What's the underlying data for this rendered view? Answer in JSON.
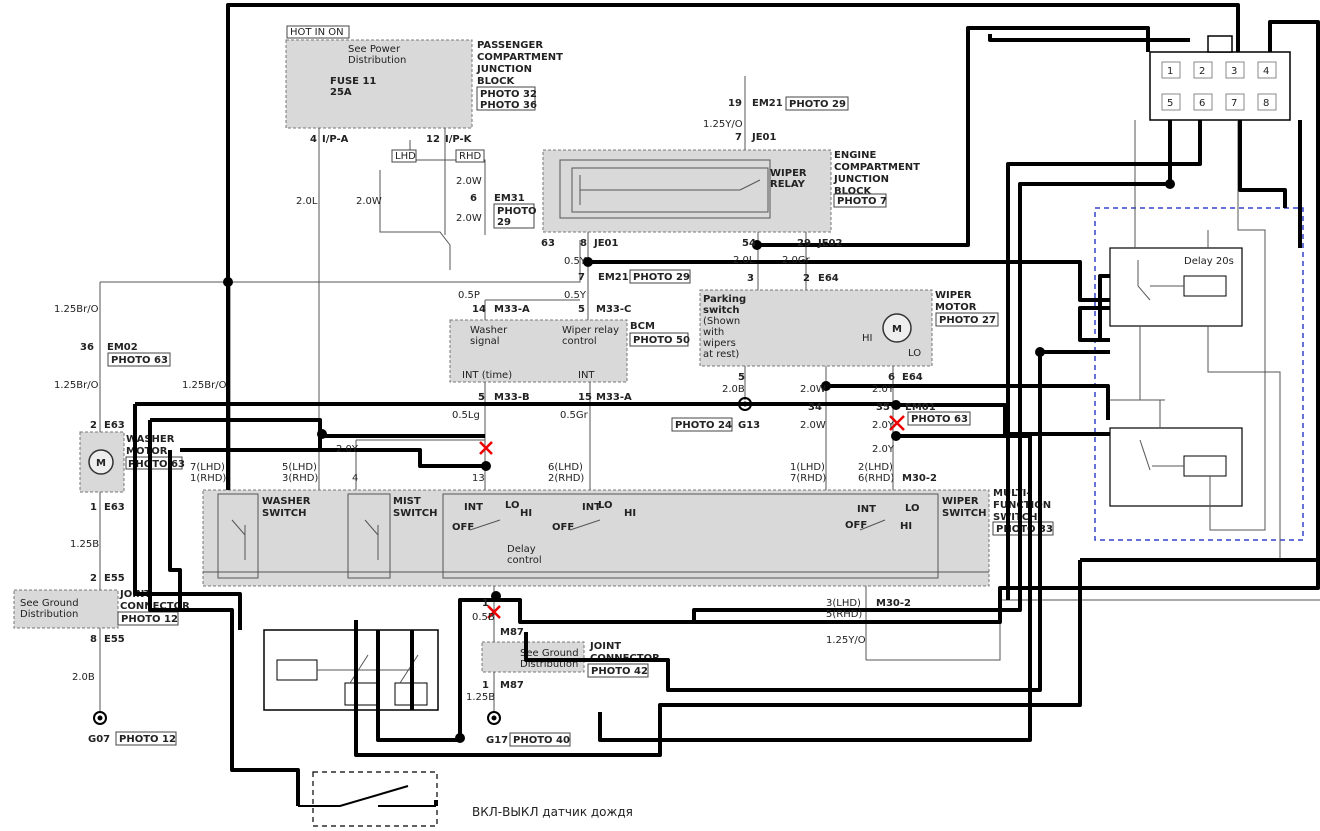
{
  "labels": {
    "hot_in_on": "HOT IN ON",
    "see_power": [
      "See Power",
      "Distribution"
    ],
    "fuse": [
      "FUSE 11",
      "25A"
    ],
    "pcjb": [
      "PASSENGER",
      "COMPARTMENT",
      "JUNCTION",
      "BLOCK"
    ],
    "photo32": "PHOTO 32",
    "photo36": "PHOTO 36",
    "ipa": "I/P-A",
    "ipk": "I/P-K",
    "pin4": "4",
    "pin12": "12",
    "lhd": "LHD",
    "rhd": "RHD",
    "w20l": "2.0L",
    "w20w_a": "2.0W",
    "w20w_b": "2.0W",
    "w20w_c": "2.0W",
    "pin6": "6",
    "em31": "EM31",
    "photo29_box": [
      "PHOTO",
      "29"
    ],
    "em21_19": "19",
    "em21": "EM21",
    "photo29": "PHOTO 29",
    "w125yo": "1.25Y/O",
    "je01_7": "7",
    "je01": "JE01",
    "ecjb": [
      "ENGINE",
      "COMPARTMENT",
      "JUNCTION",
      "BLOCK"
    ],
    "photo7": "PHOTO 7",
    "wiper_relay": [
      "WIPER",
      "RELAY"
    ],
    "p63": "63",
    "p8": "8",
    "je01_b": "JE01",
    "p54": "54",
    "p29": "29",
    "je02": "JE02",
    "w05y": "0.5Y",
    "em21_7": "7",
    "em21_b": "EM21",
    "photo29_b": "PHOTO 29",
    "w05y_b": "0.5Y",
    "m33c_5": "5",
    "m33c": "M33-C",
    "w20l_b": "2.0L",
    "w20gr": "2.0Gr",
    "p3": "3",
    "p2": "2",
    "e64": "E64",
    "parking": [
      "Parking",
      "switch",
      "(Shown",
      "with",
      "wipers",
      "at rest)"
    ],
    "wiper_motor": [
      "WIPER",
      "MOTOR"
    ],
    "photo27": "PHOTO 27",
    "hi": "HI",
    "lo": "LO",
    "m": "M",
    "p5": "5",
    "p6": "6",
    "e64_b": "E64",
    "w20b": "2.0B",
    "w20w_d": "2.0W",
    "w20y": "2.0Y",
    "g13": "G13",
    "photo24": "PHOTO 24",
    "p34": "34",
    "p35": "35",
    "em01": "EM01",
    "photo63_c": "PHOTO 63",
    "w20w_e": "2.0W",
    "w20y_b": "2.0Y",
    "w20y_c": "2.0Y",
    "w125bro": "1.25Br/O",
    "em02_36": "36",
    "em02": "EM02",
    "photo63": "PHOTO 63",
    "w125bro_b": "1.25Br/O",
    "w125bro_c": "1.25Br/O",
    "e63_2": "2",
    "e63": "E63",
    "washer_motor": [
      "WASHER",
      "MOTOR"
    ],
    "photo63_b": "PHOTO 63",
    "e63_1": "1",
    "e63_b": "E63",
    "w125b": "1.25B",
    "e55_2": "2",
    "e55": "E55",
    "see_ground": [
      "See Ground",
      "Distribution"
    ],
    "joint_connector": [
      "JOINT",
      "CONNECTOR"
    ],
    "photo12": "PHOTO 12",
    "e55_8": "8",
    "e55_b": "E55",
    "w20b_b": "2.0B",
    "g07": "G07",
    "photo12_b": "PHOTO 12",
    "w05p": "0.5P",
    "m33a_14": "14",
    "m33a": "M33-A",
    "bcm": "BCM",
    "photo50": "PHOTO 50",
    "washer_signal": [
      "Washer",
      "signal"
    ],
    "wiper_relay_ctrl": [
      "Wiper relay",
      "control"
    ],
    "int_time": "INT (time)",
    "int": "INT",
    "m33b_5": "5",
    "m33b": "M33-B",
    "m33a_15": "15",
    "m33a_b": "M33-A",
    "w05lg": "0.5Lg",
    "w05gr": "0.5Gr",
    "w20y_d": "2.0Y",
    "p7lhd": "7(LHD)",
    "p1rhd": "1(RHD)",
    "p5lhd": "5(LHD)",
    "p3rhd": "3(RHD)",
    "p4": "4",
    "p13": "13",
    "p6lhd": "6(LHD)",
    "p2rhd": "2(RHD)",
    "p1lhd": "1(LHD)",
    "p7rhd": "7(RHD)",
    "p2lhd": "2(LHD)",
    "p6rhd": "6(RHD)",
    "m302": "M30-2",
    "washer_switch": [
      "WASHER",
      "SWITCH"
    ],
    "mist_switch": [
      "MIST",
      "SWITCH"
    ],
    "wiper_switch": [
      "WIPER",
      "SWITCH"
    ],
    "mfs": [
      "MULTI-",
      "FUNCTION",
      "SWITCH"
    ],
    "photo33": "PHOTO 33",
    "int_a": "INT",
    "lo_a": "LO",
    "hi_a": "HI",
    "off_a": "OFF",
    "int_b": "INT",
    "lo_b": "LO",
    "hi_b": "HI",
    "off_b": "OFF",
    "int_c": "INT",
    "lo_c": "LO",
    "hi_c": "HI",
    "off_c": "OFF",
    "delay_control": [
      "Delay",
      "control"
    ],
    "p3lhd": "3(LHD)",
    "p5rhd": "5(RHD)",
    "m302_b": "M30-2",
    "w125yo_b": "1.25Y/O",
    "m87_1": "1",
    "w05b": "0.5B",
    "m87": "M87",
    "see_ground_b": [
      "See Ground",
      "Distribution"
    ],
    "joint_connector_b": [
      "JOINT",
      "CONNECTOR"
    ],
    "photo42": "PHOTO 42",
    "m87_1b": "1",
    "m87_b": "M87",
    "w125b_b": "1.25B",
    "g17": "G17",
    "photo40": "PHOTO 40",
    "delay20": "Delay 20s",
    "relay_pins": [
      "1",
      "2",
      "3",
      "4",
      "5",
      "6",
      "7",
      "8"
    ],
    "rain_sensor": "ВКЛ-ВЫКЛ датчик дождя"
  }
}
